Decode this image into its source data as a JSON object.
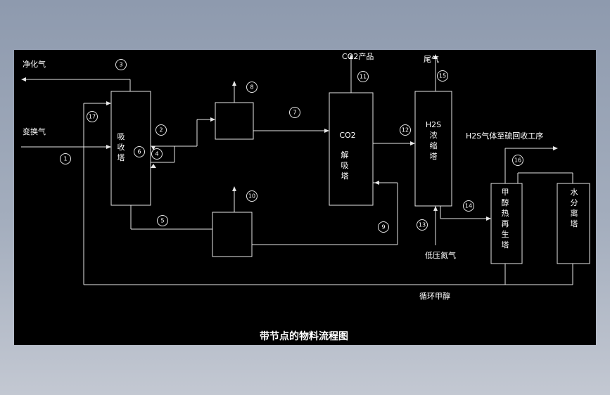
{
  "title": "带节点的物料流程图",
  "streams": {
    "purified_gas": "净化气",
    "shift_gas": "变换气",
    "co2_product": "CO2产品",
    "tail_gas": "尾气",
    "h2s_to_sulfur": "H2S气体至硫回收工序",
    "low_pressure_n2": "低压氮气",
    "circulating_methanol": "循环甲醇"
  },
  "equipment": {
    "absorber": [
      "吸",
      "收",
      "塔"
    ],
    "co2_desorber": [
      "CO2",
      "解",
      "吸",
      "塔"
    ],
    "h2s_concentrator": [
      "H2S",
      "浓",
      "缩",
      "塔"
    ],
    "methanol_regenerator": [
      "甲",
      "醇",
      "热",
      "再",
      "生",
      "塔"
    ],
    "water_separator": [
      "水",
      "分",
      "离",
      "塔"
    ]
  },
  "nodes": [
    "1",
    "2",
    "3",
    "4",
    "5",
    "6",
    "7",
    "8",
    "9",
    "10",
    "11",
    "12",
    "13",
    "14",
    "15",
    "16",
    "17"
  ]
}
